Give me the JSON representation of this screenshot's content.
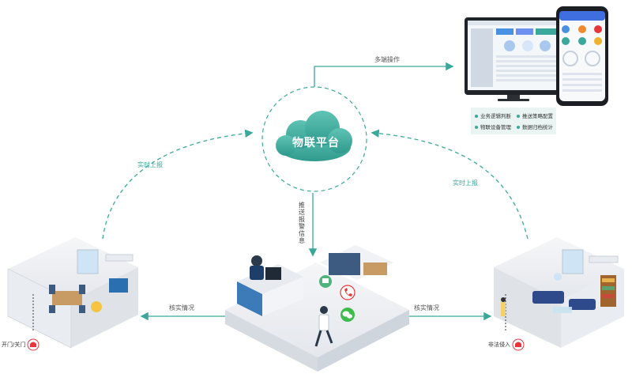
{
  "platform": {
    "name": "物联平台"
  },
  "flows": {
    "multi_terminal": "多端操作",
    "report_left": "实时上报",
    "report_right": "实时上报",
    "push_alarm": "推送报警信息",
    "verify_left": "核实情况",
    "verify_right": "核实情况"
  },
  "features": [
    "业务逻辑判断",
    "推送策略配置",
    "物联设备管理",
    "数据归档统计"
  ],
  "rooms": {
    "left_alarm": "开门/关门",
    "right_alarm": "非法侵入"
  },
  "colors": {
    "accent": "#3aa89a",
    "alarm": "#e8343a",
    "cloud": "#3aa89a"
  }
}
